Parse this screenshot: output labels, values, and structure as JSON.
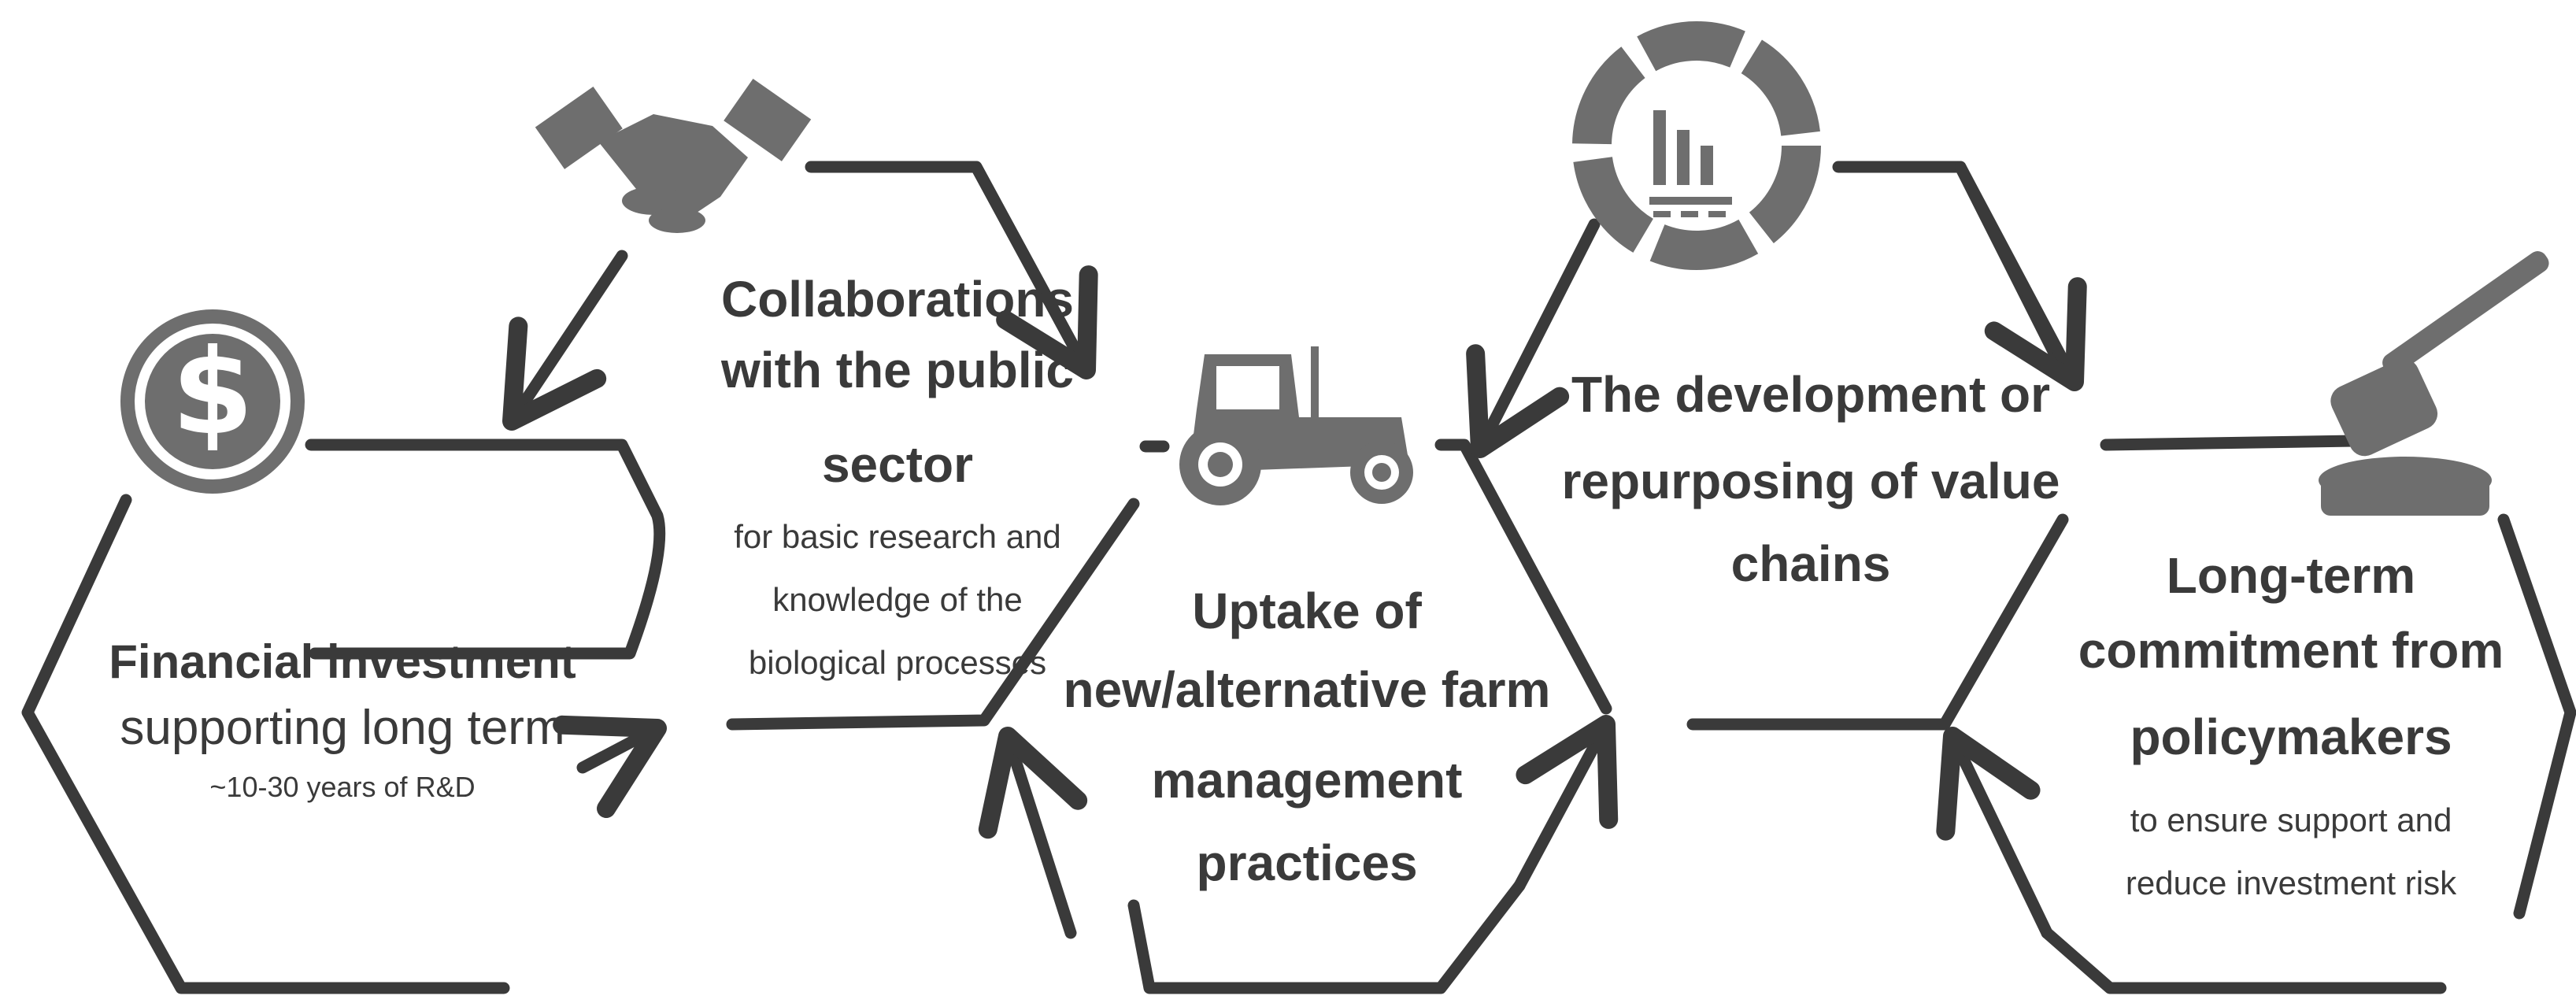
{
  "colors": {
    "ink": "#3a3a3a",
    "icon_fill": "#6e6e6e",
    "background": "#ffffff"
  },
  "nodes": {
    "financial": {
      "title": "Financial investment",
      "subtitle": "supporting long term",
      "detail": "~10-30 years of R&D",
      "icon": "dollar-coin-icon"
    },
    "collaborations": {
      "title_lines": [
        "Collaborations",
        "with the public",
        "sector"
      ],
      "detail_lines": [
        "for basic research and",
        "knowledge of the",
        "biological processes"
      ],
      "icon": "handshake-icon"
    },
    "uptake": {
      "title_lines": [
        "Uptake of",
        "new/alternative farm",
        "management",
        "practices"
      ],
      "icon": "tractor-icon"
    },
    "value_chains": {
      "title_lines": [
        "The development or",
        "repurposing of  value",
        "chains"
      ],
      "icon": "cycle-chart-icon"
    },
    "policy": {
      "title_lines": [
        "Long-term",
        "commitment from",
        "policymakers"
      ],
      "detail_lines": [
        "to ensure support and",
        "reduce investment risk"
      ],
      "icon": "gavel-icon"
    }
  }
}
